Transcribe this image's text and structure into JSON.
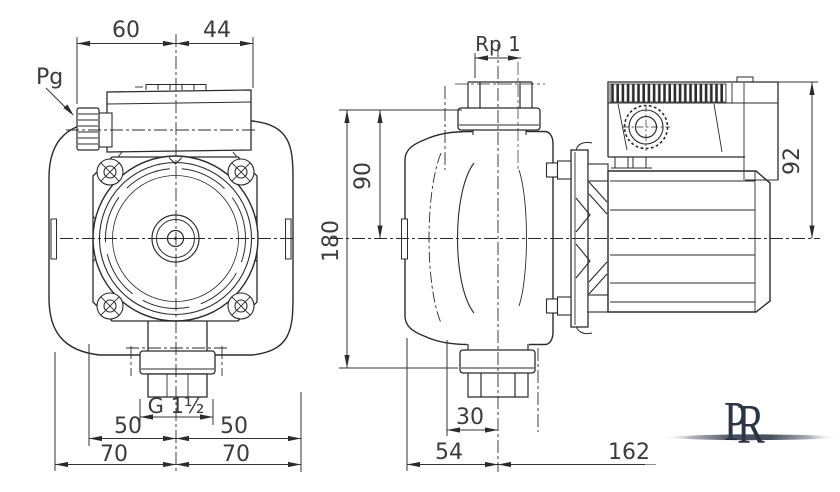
{
  "drawing": {
    "type": "pump-dimensional-drawing",
    "background": "#ffffff",
    "line_color": "#2b2b2b",
    "text_color": "#3c3c3c"
  },
  "front_view": {
    "pg_label": "Pg",
    "dim_top_left": "60",
    "dim_top_right": "44",
    "dim_thread": "G 1½",
    "dim_mid_left": "50",
    "dim_mid_right": "50",
    "dim_base_left": "70",
    "dim_base_right": "70"
  },
  "side_view": {
    "dim_thread": "Rp 1",
    "dim_half_height": "90",
    "dim_total_height": "180",
    "dim_box_height": "92",
    "dim_offset": "30",
    "dim_front_depth": "54",
    "dim_motor_depth": "162"
  },
  "logo": {
    "letter_p": "P",
    "letter_r": "R",
    "color": "#2c3547"
  }
}
